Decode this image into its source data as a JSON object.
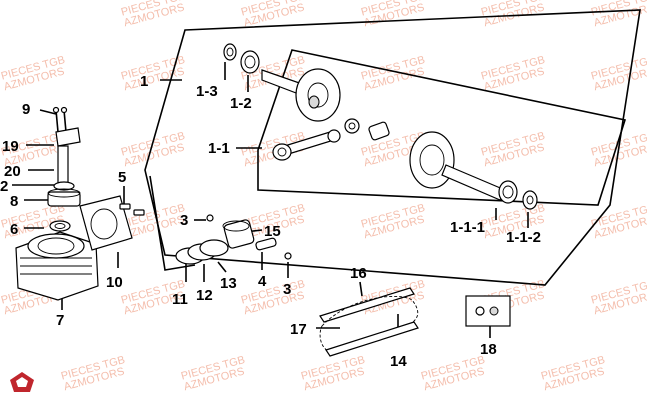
{
  "watermark": {
    "line1": "PIECES TGB",
    "line2": "AZMOTORS"
  },
  "callouts": [
    {
      "id": "1",
      "label": "1"
    },
    {
      "id": "1-3",
      "label": "1-3"
    },
    {
      "id": "1-2",
      "label": "1-2"
    },
    {
      "id": "1-1",
      "label": "1-1"
    },
    {
      "id": "1-1-1",
      "label": "1-1-1"
    },
    {
      "id": "1-1-2",
      "label": "1-1-2"
    },
    {
      "id": "9",
      "label": "9"
    },
    {
      "id": "19",
      "label": "19"
    },
    {
      "id": "20",
      "label": "20"
    },
    {
      "id": "2",
      "label": "2"
    },
    {
      "id": "8",
      "label": "8"
    },
    {
      "id": "6",
      "label": "6"
    },
    {
      "id": "5",
      "label": "5"
    },
    {
      "id": "3a",
      "label": "3"
    },
    {
      "id": "15",
      "label": "15"
    },
    {
      "id": "10",
      "label": "10"
    },
    {
      "id": "11",
      "label": "11"
    },
    {
      "id": "12",
      "label": "12"
    },
    {
      "id": "13",
      "label": "13"
    },
    {
      "id": "4",
      "label": "4"
    },
    {
      "id": "3b",
      "label": "3"
    },
    {
      "id": "7",
      "label": "7"
    },
    {
      "id": "16",
      "label": "16"
    },
    {
      "id": "17",
      "label": "17"
    },
    {
      "id": "14",
      "label": "14"
    },
    {
      "id": "18",
      "label": "18"
    }
  ],
  "colors": {
    "watermark": "#f3b7a4",
    "logo": "#c0262d",
    "lines": "#000000"
  }
}
